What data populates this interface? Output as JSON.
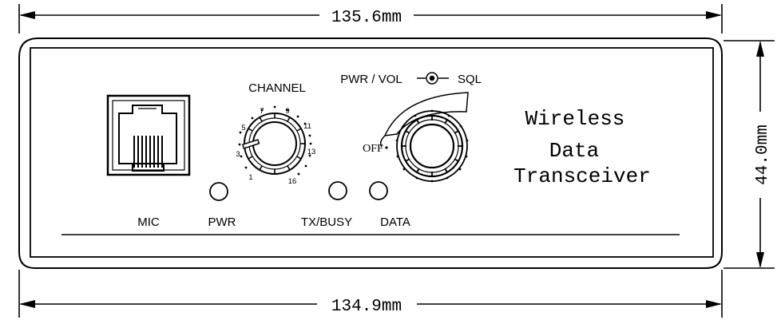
{
  "dimensions": {
    "top_width": "135.6mm",
    "bottom_width": "134.9mm",
    "height": "44.0mm"
  },
  "panel": {
    "title_line1": "Wireless",
    "title_line2": "Data",
    "title_line3": "Transceiver",
    "connectors": {
      "mic": "MIC",
      "pwr": "PWR",
      "tx_busy": "TX/BUSY",
      "data": "DATA"
    },
    "channel": {
      "label": "CHANNEL",
      "ticks": [
        "1",
        "3",
        "5",
        "7",
        "9",
        "11",
        "13",
        "16"
      ]
    },
    "volume": {
      "label_left": "PWR / VOL",
      "label_right": "SQL",
      "off_label": "OFF"
    }
  }
}
